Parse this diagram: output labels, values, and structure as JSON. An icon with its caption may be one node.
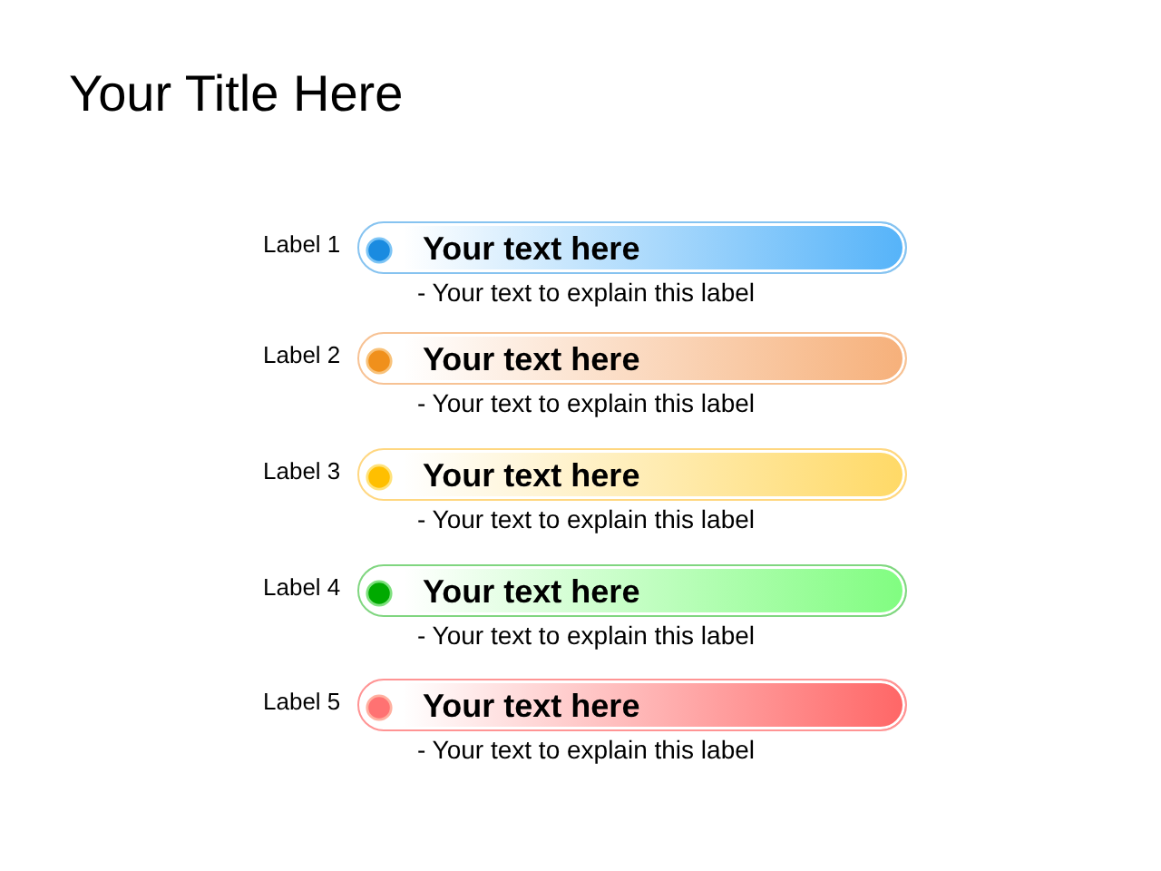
{
  "diagram": {
    "title": "Your Title Here",
    "nodes": [
      {
        "text": [
          "Your text here"
        ],
        "beside": [
          "Label 1",
          "- Your text to explain this label"
        ]
      },
      {
        "text": [
          "Your text here"
        ],
        "beside": [
          "Label 2",
          "- Your text to explain this label"
        ]
      },
      {
        "text": [
          "Your text here"
        ],
        "beside": [
          "Label 3",
          "- Your text to explain this label"
        ]
      },
      {
        "text": [
          "Your text here"
        ],
        "beside": [
          "Label 4",
          "- Your text to explain this label"
        ]
      },
      {
        "text": [
          "Your text here"
        ],
        "beside": [
          "Label 5",
          "- Your text to explain this label"
        ]
      }
    ],
    "edges": []
  }
}
